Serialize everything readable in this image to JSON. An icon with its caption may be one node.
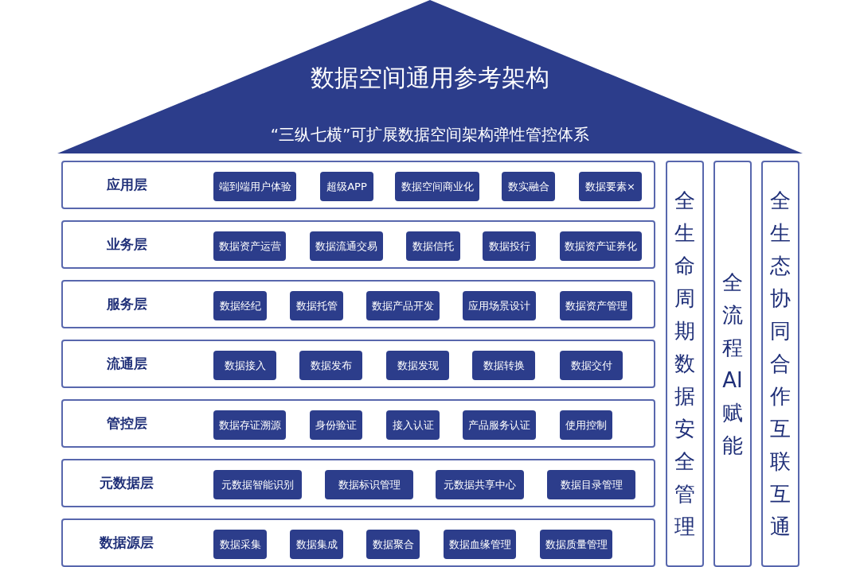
{
  "diagram": {
    "nodes": [
      {
        "text": [
          "数据空间通用参考架构",
          "“三纵七横”可扩展数据空间架构弹性管控体系"
        ]
      },
      {
        "text": [
          "应用层"
        ]
      },
      {
        "text": [
          "端到端用户体验"
        ],
        "in": 1
      },
      {
        "text": [
          "超级APP"
        ],
        "in": 1
      },
      {
        "text": [
          "数据空间商业化"
        ],
        "in": 1
      },
      {
        "text": [
          "数实融合"
        ],
        "in": 1
      },
      {
        "text": [
          "数据要素×"
        ],
        "in": 1
      },
      {
        "text": [
          "业务层"
        ]
      },
      {
        "text": [
          "数据资产运营"
        ],
        "in": 7
      },
      {
        "text": [
          "数据流通交易"
        ],
        "in": 7
      },
      {
        "text": [
          "数据信托"
        ],
        "in": 7
      },
      {
        "text": [
          "数据投行"
        ],
        "in": 7
      },
      {
        "text": [
          "数据资产证券化"
        ],
        "in": 7
      },
      {
        "text": [
          "服务层"
        ]
      },
      {
        "text": [
          "数据经纪"
        ],
        "in": 13
      },
      {
        "text": [
          "数据托管"
        ],
        "in": 13
      },
      {
        "text": [
          "数据产品开发"
        ],
        "in": 13
      },
      {
        "text": [
          "应用场景设计"
        ],
        "in": 13
      },
      {
        "text": [
          "数据资产管理"
        ],
        "in": 13
      },
      {
        "text": [
          "流通层"
        ]
      },
      {
        "text": [
          "数据接入"
        ],
        "in": 19
      },
      {
        "text": [
          "数据发布"
        ],
        "in": 19
      },
      {
        "text": [
          "数据发现"
        ],
        "in": 19
      },
      {
        "text": [
          "数据转换"
        ],
        "in": 19
      },
      {
        "text": [
          "数据交付"
        ],
        "in": 19
      },
      {
        "text": [
          "管控层"
        ]
      },
      {
        "text": [
          "数据存证溯源"
        ],
        "in": 25
      },
      {
        "text": [
          "身份验证"
        ],
        "in": 25
      },
      {
        "text": [
          "接入认证"
        ],
        "in": 25
      },
      {
        "text": [
          "产品服务认证"
        ],
        "in": 25
      },
      {
        "text": [
          "使用控制"
        ],
        "in": 25
      },
      {
        "text": [
          "元数据层"
        ]
      },
      {
        "text": [
          "元数据智能识别"
        ],
        "in": 31
      },
      {
        "text": [
          "数据标识管理"
        ],
        "in": 31
      },
      {
        "text": [
          "元数据共享中心"
        ],
        "in": 31
      },
      {
        "text": [
          "数据目录管理"
        ],
        "in": 31
      },
      {
        "text": [
          "数据源层"
        ]
      },
      {
        "text": [
          "数据采集"
        ],
        "in": 36
      },
      {
        "text": [
          "数据集成"
        ],
        "in": 36
      },
      {
        "text": [
          "数据聚合"
        ],
        "in": 36
      },
      {
        "text": [
          "数据血缘管理"
        ],
        "in": 36
      },
      {
        "text": [
          "数据质量管理"
        ],
        "in": 36
      },
      {
        "text": [
          "全生命周期数据安全管理"
        ]
      },
      {
        "text": [
          "全流程AI赋能"
        ]
      },
      {
        "text": [
          "全生态协同合作互联互通"
        ]
      }
    ]
  }
}
